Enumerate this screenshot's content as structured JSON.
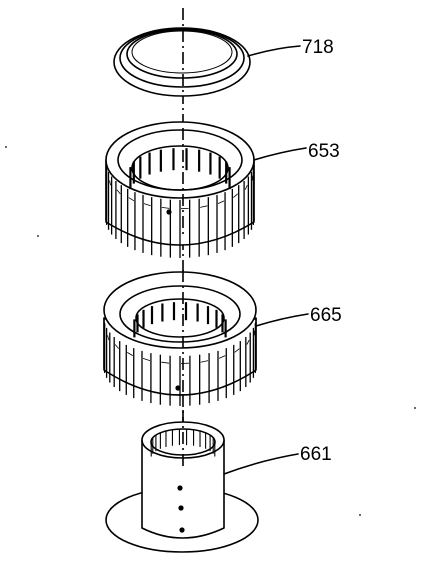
{
  "diagram": {
    "parts": [
      {
        "id": "part-718",
        "label": "718"
      },
      {
        "id": "part-653",
        "label": "653"
      },
      {
        "id": "part-665",
        "label": "665"
      },
      {
        "id": "part-661",
        "label": "661"
      }
    ]
  }
}
